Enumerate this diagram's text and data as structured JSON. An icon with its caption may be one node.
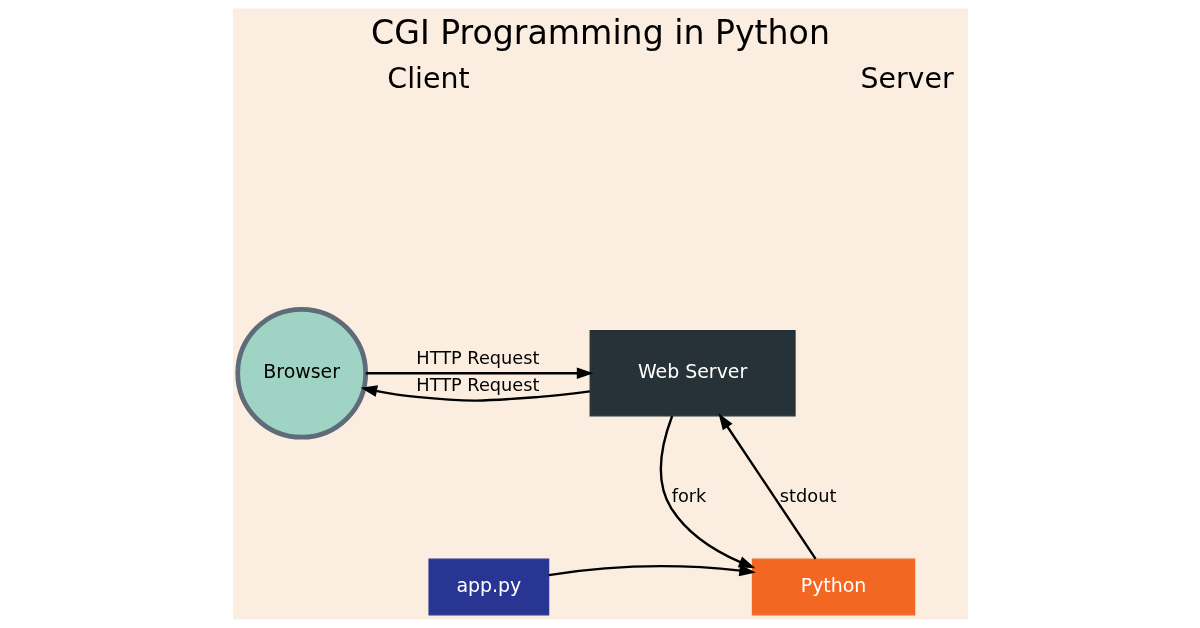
{
  "diagram": {
    "title": "CGI Programming in Python",
    "nodes": [
      {
        "text": [
          "Browser"
        ]
      },
      {
        "text": [
          "Web Server"
        ]
      },
      {
        "text": [
          "Python"
        ]
      },
      {
        "text": [
          "app.py"
        ]
      }
    ],
    "edges": [
      {
        "from": 0,
        "to": 1,
        "arrow": "to",
        "label": "HTTP Request"
      },
      {
        "from": 1,
        "to": 0,
        "arrow": "to",
        "label": "HTTP Request"
      },
      {
        "from": 1,
        "to": 2,
        "arrow": "to",
        "label": "fork"
      },
      {
        "from": 2,
        "to": 1,
        "arrow": "to",
        "label": "stdout"
      },
      {
        "from": 3,
        "to": 2,
        "arrow": "to"
      }
    ],
    "labels": [
      "Client",
      "Server"
    ]
  }
}
